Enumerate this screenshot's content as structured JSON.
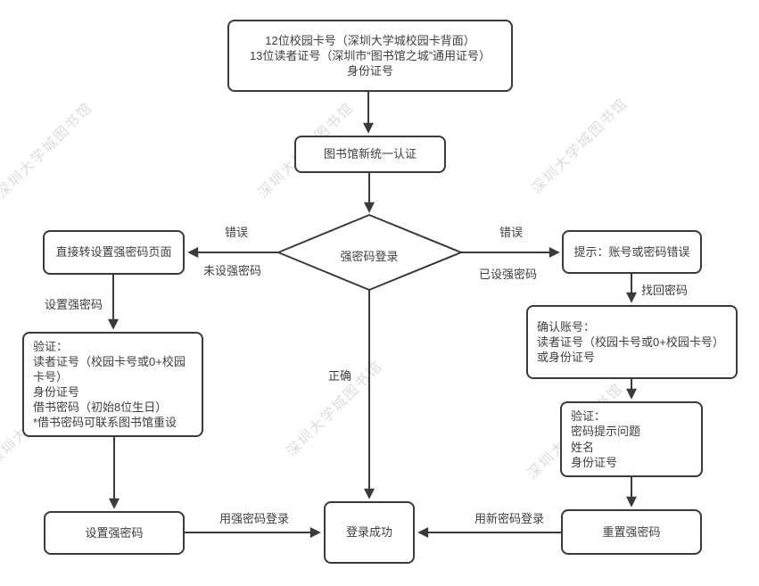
{
  "watermark": {
    "text": "深圳大学城图书馆"
  },
  "colors": {
    "line": "#3a3a3a",
    "text": "#3e3e3e",
    "watermark": "#dcdcdc",
    "background": "#ffffff"
  },
  "nodes": {
    "start": {
      "lines": [
        "12位校园卡号（深圳大学城校园卡背面）",
        "13位读者证号（深圳市“图书馆之城”通用证号）",
        "身份证号"
      ]
    },
    "auth": {
      "label": "图书馆新统一认证"
    },
    "decision": {
      "label": "强密码登录"
    },
    "left_redirect": {
      "label": "直接转设置强密码页面"
    },
    "left_verify": {
      "lines": [
        "验证：",
        "读者证号（校园卡号或0+校园卡号）",
        "身份证号",
        "借书密码（初始8位生日）",
        "*借书密码可联系图书馆重设"
      ]
    },
    "left_set": {
      "label": "设置强密码"
    },
    "success": {
      "label": "登录成功"
    },
    "right_tip": {
      "label": "提示：账号或密码错误"
    },
    "right_confirm": {
      "lines": [
        "确认账号：",
        "读者证号（校园卡号或0+校园卡号）",
        "或身份证号"
      ]
    },
    "right_verify": {
      "lines": [
        "验证：",
        "密码提示问题",
        "姓名",
        "身份证号"
      ]
    },
    "right_reset": {
      "label": "重置强密码"
    }
  },
  "edge_labels": {
    "left_error": "错误",
    "left_branch": "未设强密码",
    "right_error": "错误",
    "right_branch": "已设强密码",
    "correct": "正确",
    "set_strong_password": "设置强密码",
    "login_with_strong": "用强密码登录",
    "recover_password": "找回密码",
    "login_with_new": "用新密码登录"
  }
}
